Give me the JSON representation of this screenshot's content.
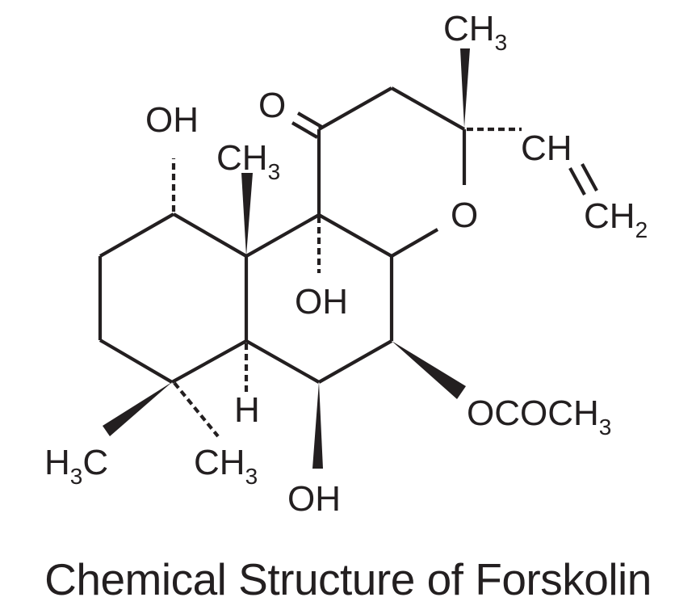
{
  "title": "Chemical Structure of Forskolin",
  "molecule": {
    "name": "Forskolin",
    "labels": {
      "oh_c1": {
        "main": "OH"
      },
      "ch3_c10": {
        "main": "CH",
        "sub": "3"
      },
      "ketone_o": {
        "main": "O"
      },
      "ch3_c13": {
        "main": "CH",
        "sub": "3"
      },
      "vinyl_ch": {
        "main": "CH"
      },
      "vinyl_ch2": {
        "main": "CH",
        "sub": "2"
      },
      "ring_o": {
        "main": "O"
      },
      "oh_c9": {
        "main": "OH"
      },
      "h_c5": {
        "main": "H"
      },
      "acetate": {
        "main": "OCOCH",
        "sub": "3"
      },
      "h3c_c4": {
        "pre": "H",
        "sub": "3",
        "post": "C"
      },
      "ch3_c4": {
        "main": "CH",
        "sub": "3"
      },
      "oh_c6": {
        "main": "OH"
      }
    },
    "colors": {
      "ink": "#231f20",
      "background": "#ffffff"
    }
  }
}
